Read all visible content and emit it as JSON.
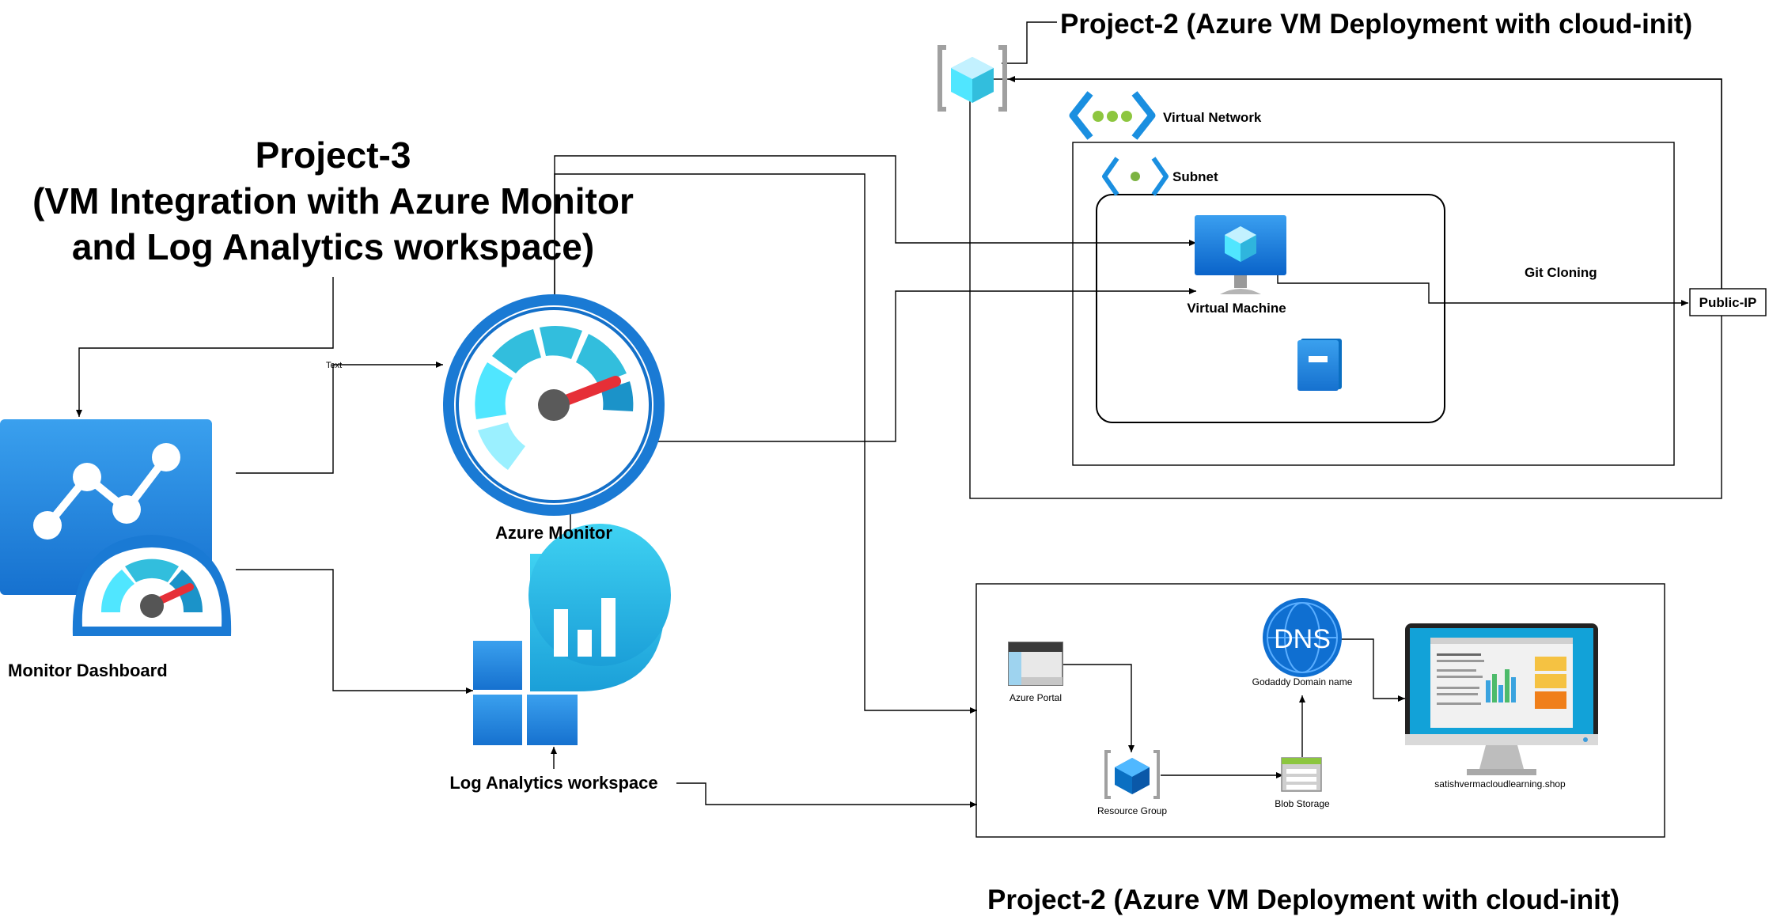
{
  "titles": {
    "project3_line1": "Project-3",
    "project3_line2": "(VM Integration with Azure Monitor",
    "project3_line3": "and Log Analytics workspace)",
    "project2_top": "Project-2 (Azure VM Deployment with cloud-init)",
    "project2_bottom": "Project-2 (Azure VM Deployment with cloud-init)"
  },
  "nodes": {
    "monitor_dashboard": "Monitor Dashboard",
    "azure_monitor": "Azure Monitor",
    "log_analytics": "Log Analytics workspace",
    "virtual_network": "Virtual Network",
    "subnet": "Subnet",
    "virtual_machine": "Virtual Machine",
    "git_cloning": "Git Cloning",
    "public_ip": "Public-IP",
    "azure_portal": "Azure Portal",
    "resource_group": "Resource Group",
    "blob_storage": "Blob Storage",
    "dns_text": "DNS",
    "godaddy": "Godaddy Domain name",
    "site_url": "satishvermacloudlearning.shop"
  },
  "edge_labels": {
    "dashboard_to_monitor": "Text"
  },
  "icons": [
    "resource-group-icon",
    "virtual-network-icon",
    "subnet-icon",
    "virtual-machine-icon",
    "storage-disk-icon",
    "monitor-dashboard-icon",
    "azure-monitor-icon",
    "log-analytics-icon",
    "azure-portal-icon",
    "resource-group-small-icon",
    "blob-storage-icon",
    "dns-icon",
    "website-monitor-icon"
  ],
  "colors": {
    "azure_blue": "#0078d4",
    "azure_cyan": "#50e6ff",
    "monitor_red": "#e62f37",
    "vnet_green": "#8dc63f"
  }
}
